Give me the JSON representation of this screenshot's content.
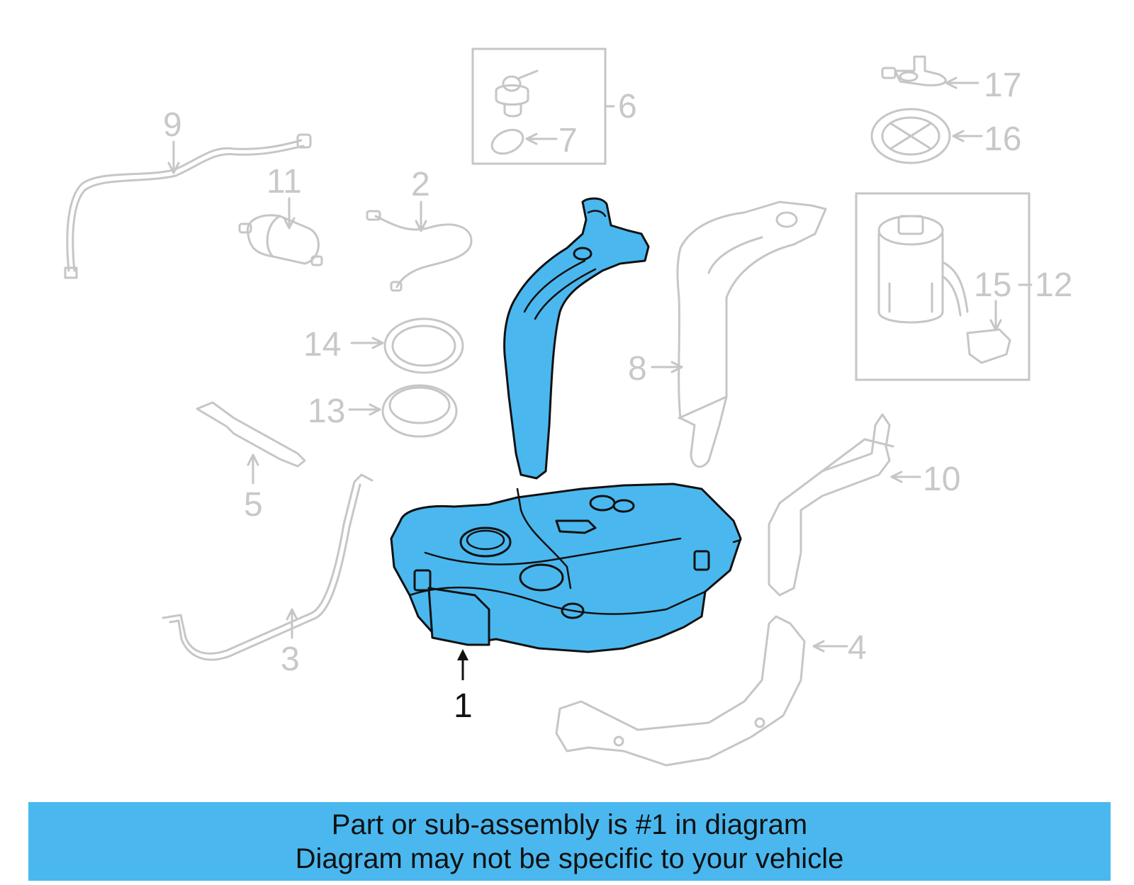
{
  "diagram": {
    "highlight_color": "#4ab8ef",
    "highlighted_part": "1",
    "callouts": [
      {
        "id": "1",
        "label": "1"
      },
      {
        "id": "2",
        "label": "2"
      },
      {
        "id": "3",
        "label": "3"
      },
      {
        "id": "4",
        "label": "4"
      },
      {
        "id": "5",
        "label": "5"
      },
      {
        "id": "6",
        "label": "6"
      },
      {
        "id": "7",
        "label": "7"
      },
      {
        "id": "8",
        "label": "8"
      },
      {
        "id": "9",
        "label": "9"
      },
      {
        "id": "10",
        "label": "10"
      },
      {
        "id": "11",
        "label": "11"
      },
      {
        "id": "12",
        "label": "12"
      },
      {
        "id": "13",
        "label": "13"
      },
      {
        "id": "14",
        "label": "14"
      },
      {
        "id": "15",
        "label": "15"
      },
      {
        "id": "16",
        "label": "16"
      },
      {
        "id": "17",
        "label": "17"
      }
    ]
  },
  "banner": {
    "line1": "Part or sub-assembly is #1 in diagram",
    "line2": "Diagram may not be specific to your vehicle",
    "color": "#4ab8ef"
  }
}
